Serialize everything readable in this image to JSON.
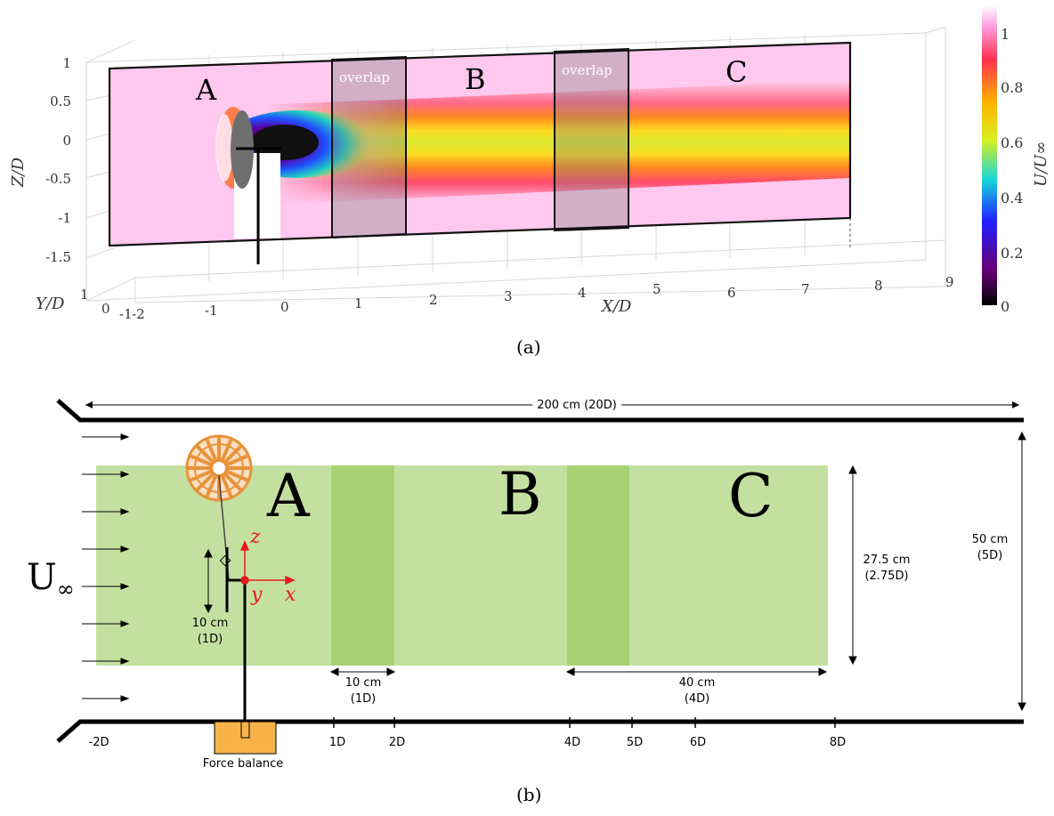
{
  "panel_a": {
    "caption": "(a)",
    "regions": [
      "A",
      "B",
      "C"
    ],
    "overlap_label": "overlap",
    "axes": {
      "z_label": "Z/D",
      "y_label": "Y/D",
      "x_label": "X/D",
      "z_ticks": [
        "1",
        "0.5",
        "0",
        "-0.5",
        "-1",
        "-1.5"
      ],
      "y_ticks": [
        "1",
        "0",
        "-1"
      ],
      "x_ticks": [
        "-2",
        "-1",
        "0",
        "1",
        "2",
        "3",
        "4",
        "5",
        "6",
        "7",
        "8",
        "9"
      ]
    },
    "colorbar": {
      "label": "U/U∞",
      "ticks": [
        "1",
        "0.8",
        "0.6",
        "0.4",
        "0.2",
        "0"
      ]
    }
  },
  "panel_b": {
    "caption": "(b)",
    "regions": [
      "A",
      "B",
      "C"
    ],
    "freestream_label": "U",
    "freestream_sub": "∞",
    "length_label": "200 cm (20D)",
    "width_label_1": "50 cm",
    "width_label_2": "(5D)",
    "window_height_1": "27.5 cm",
    "window_height_2": "(2.75D)",
    "rotor_dim_1": "10 cm",
    "rotor_dim_2": "(1D)",
    "overlap_dim_1": "10 cm",
    "overlap_dim_2": "(1D)",
    "region_c_dim_1": "40 cm",
    "region_c_dim_2": "(4D)",
    "axis_z": "z",
    "axis_y": "y",
    "axis_x": "x",
    "force_balance": "Force balance",
    "stations": [
      "-2D",
      "1D",
      "2D",
      "4D",
      "5D",
      "6D",
      "8D"
    ]
  },
  "colors": {
    "field_green": "#c4e0a0",
    "overlap_green": "#a7d273",
    "force_balance": "#f7b347",
    "axis_red": "#e41a1c",
    "rotor_orange": "#f0a860"
  }
}
